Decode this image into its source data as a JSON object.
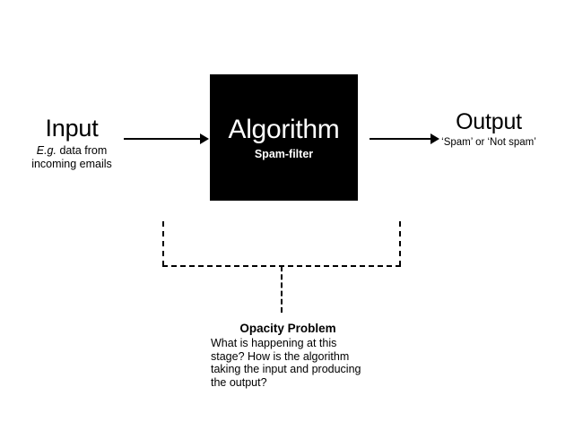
{
  "diagram": {
    "background_color": "#ffffff",
    "ink_color": "#000000",
    "input": {
      "title": "Input",
      "subtitle_emphasis": "E.g.",
      "subtitle_rest": " data from incoming emails"
    },
    "process": {
      "title": "Algorithm",
      "subtitle": "Spam-filter",
      "box_color": "#000000",
      "text_color": "#ffffff"
    },
    "output": {
      "title": "Output",
      "subtitle": "‘Spam’ or ‘Not spam’"
    },
    "arrows": [
      {
        "name": "input-to-algorithm",
        "direction": "right"
      },
      {
        "name": "algorithm-to-output",
        "direction": "right"
      }
    ],
    "callout": {
      "title": "Opacity Problem",
      "body": "What is happening at this stage? How is the algorithm taking the input and producing the output?"
    }
  }
}
